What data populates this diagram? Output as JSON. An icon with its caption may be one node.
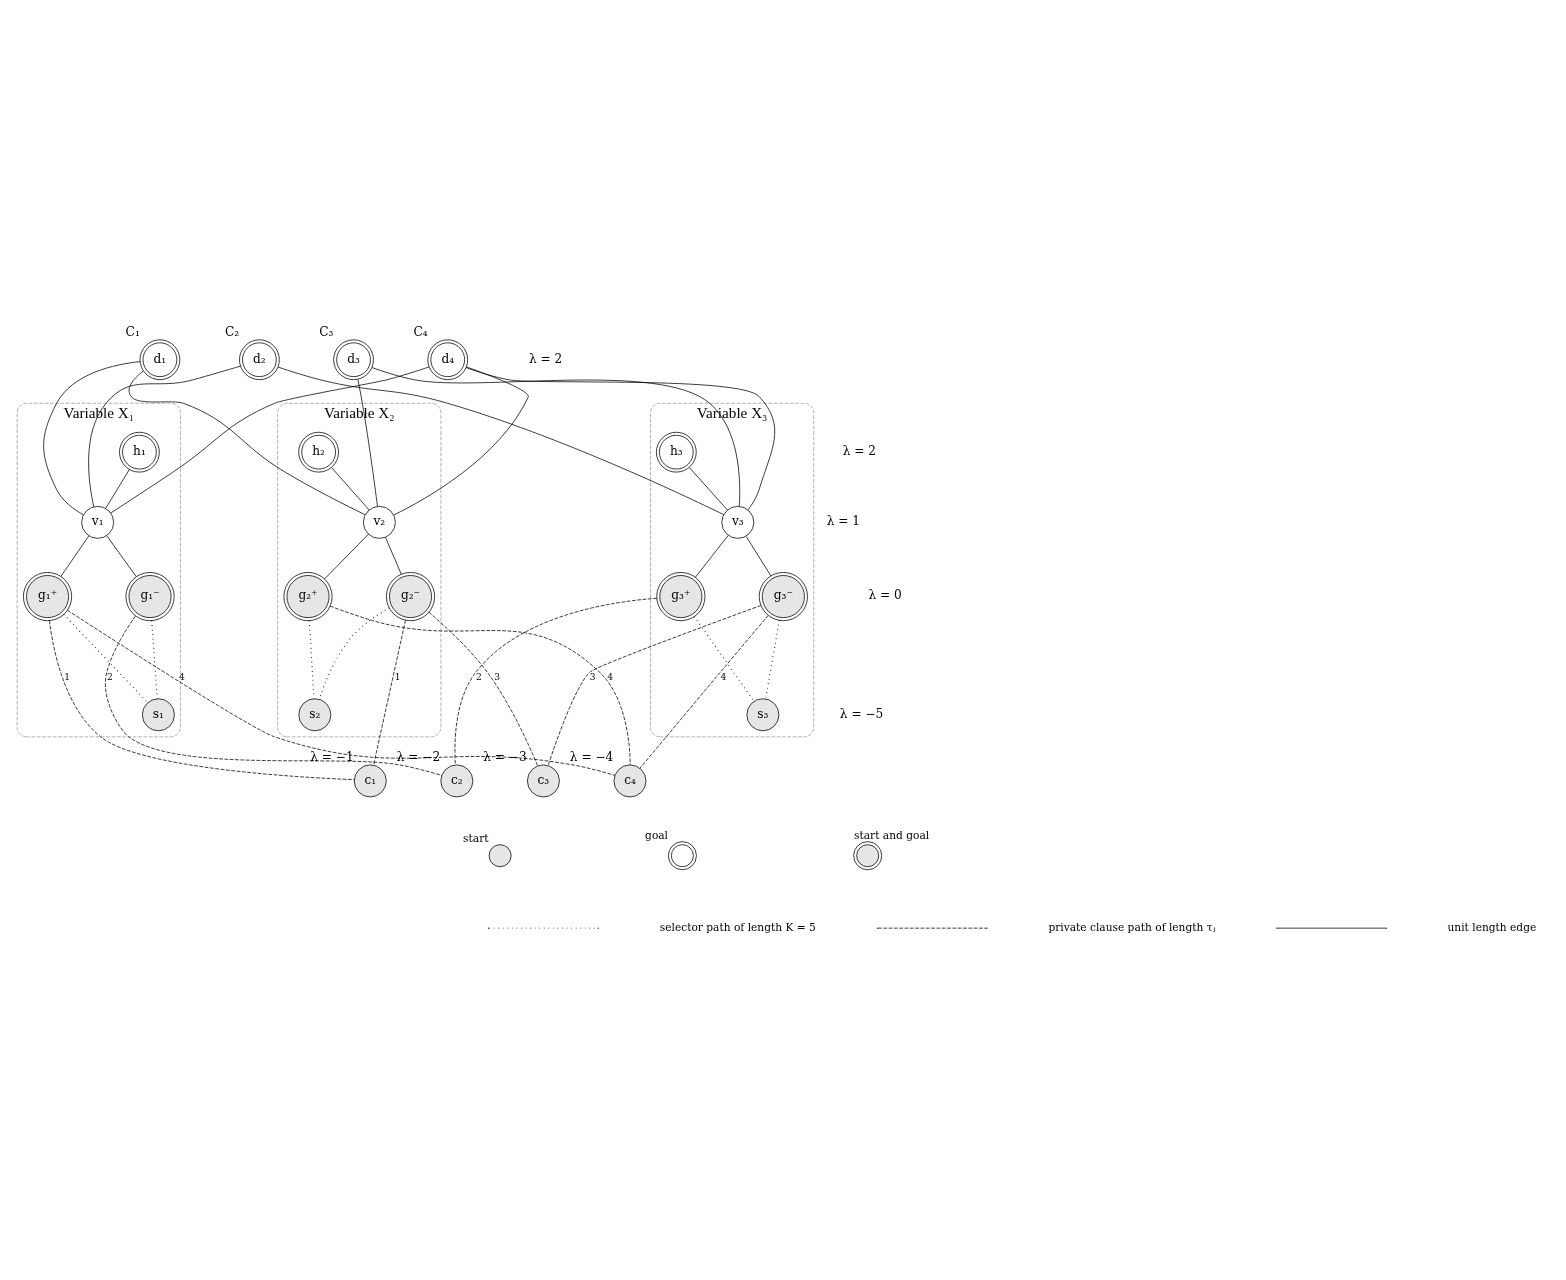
{
  "diagram": {
    "nodes": [
      {
        "text": [
          "d₁"
        ],
        "beside": [
          "C₁"
        ]
      },
      {
        "text": [
          "d₂"
        ],
        "beside": [
          "C₂"
        ]
      },
      {
        "text": [
          "d₃"
        ],
        "beside": [
          "C₃"
        ]
      },
      {
        "text": [
          "d₄"
        ],
        "beside": [
          "C₄"
        ]
      },
      {
        "text": [
          "Variable X₁"
        ]
      },
      {
        "text": [
          "h₁"
        ],
        "in": 4
      },
      {
        "text": [
          "v₁"
        ],
        "in": 4
      },
      {
        "text": [
          "g₁⁺"
        ],
        "in": 4
      },
      {
        "text": [
          "g₁⁻"
        ],
        "in": 4
      },
      {
        "text": [
          "s₁"
        ],
        "in": 4
      },
      {
        "text": [
          "Variable X₂"
        ]
      },
      {
        "text": [
          "h₂"
        ],
        "in": 10
      },
      {
        "text": [
          "v₂"
        ],
        "in": 10
      },
      {
        "text": [
          "g₂⁺"
        ],
        "in": 10
      },
      {
        "text": [
          "g₂⁻"
        ],
        "in": 10
      },
      {
        "text": [
          "s₂"
        ],
        "in": 10
      },
      {
        "text": [
          "Variable X₃"
        ]
      },
      {
        "text": [
          "h₃"
        ],
        "in": 16
      },
      {
        "text": [
          "v₃"
        ],
        "in": 16
      },
      {
        "text": [
          "g₃⁺"
        ],
        "in": 16
      },
      {
        "text": [
          "g₃⁻"
        ],
        "in": 16
      },
      {
        "text": [
          "s₃"
        ],
        "in": 16
      },
      {
        "text": [
          "c₁"
        ],
        "beside": [
          "λ = −1"
        ]
      },
      {
        "text": [
          "c₂"
        ],
        "beside": [
          "λ = −2"
        ]
      },
      {
        "text": [
          "c₃"
        ],
        "beside": [
          "λ = −3"
        ]
      },
      {
        "text": [
          "c₄"
        ],
        "beside": [
          "λ = −4"
        ]
      }
    ],
    "edges": [
      {
        "from": 0,
        "to": 6,
        "arrow": "none"
      },
      {
        "from": 0,
        "to": 12,
        "arrow": "none"
      },
      {
        "from": 1,
        "to": 6,
        "arrow": "none"
      },
      {
        "from": 1,
        "to": 18,
        "arrow": "none"
      },
      {
        "from": 2,
        "to": 12,
        "arrow": "none"
      },
      {
        "from": 2,
        "to": 18,
        "arrow": "none"
      },
      {
        "from": 3,
        "to": 6,
        "arrow": "none"
      },
      {
        "from": 3,
        "to": 12,
        "arrow": "none"
      },
      {
        "from": 3,
        "to": 18,
        "arrow": "none"
      },
      {
        "from": 5,
        "to": 6,
        "arrow": "none"
      },
      {
        "from": 6,
        "to": 7,
        "arrow": "none"
      },
      {
        "from": 6,
        "to": 8,
        "arrow": "none"
      },
      {
        "from": 11,
        "to": 12,
        "arrow": "none"
      },
      {
        "from": 12,
        "to": 13,
        "arrow": "none"
      },
      {
        "from": 12,
        "to": 14,
        "arrow": "none"
      },
      {
        "from": 17,
        "to": 18,
        "arrow": "none"
      },
      {
        "from": 18,
        "to": 19,
        "arrow": "none"
      },
      {
        "from": 18,
        "to": 20,
        "arrow": "none"
      },
      {
        "from": 7,
        "to": 9,
        "arrow": "none",
        "style": "dashed"
      },
      {
        "from": 8,
        "to": 9,
        "arrow": "none",
        "style": "dashed"
      },
      {
        "from": 13,
        "to": 15,
        "arrow": "none",
        "style": "dashed"
      },
      {
        "from": 14,
        "to": 15,
        "arrow": "none",
        "style": "dashed"
      },
      {
        "from": 19,
        "to": 21,
        "arrow": "none",
        "style": "dashed"
      },
      {
        "from": 20,
        "to": 21,
        "arrow": "none",
        "style": "dashed"
      },
      {
        "from": 7,
        "to": 22,
        "arrow": "none",
        "style": "dashed",
        "label": "1"
      },
      {
        "from": 14,
        "to": 22,
        "arrow": "none",
        "style": "dashed",
        "label": "1"
      },
      {
        "from": 8,
        "to": 23,
        "arrow": "none",
        "style": "dashed",
        "label": "2"
      },
      {
        "from": 19,
        "to": 23,
        "arrow": "none",
        "style": "dashed",
        "label": "2"
      },
      {
        "from": 14,
        "to": 24,
        "arrow": "none",
        "style": "dashed",
        "label": "3"
      },
      {
        "from": 20,
        "to": 24,
        "arrow": "none",
        "style": "dashed",
        "label": "3"
      },
      {
        "from": 7,
        "to": 25,
        "arrow": "none",
        "style": "dashed",
        "label": "4"
      },
      {
        "from": 13,
        "to": 25,
        "arrow": "none",
        "style": "dashed",
        "label": "4"
      },
      {
        "from": 20,
        "to": 25,
        "arrow": "none",
        "style": "dashed",
        "label": "4"
      }
    ],
    "labels": [
      "λ = 2",
      "λ = 2",
      "λ = 1",
      "λ = 0",
      "λ = −5"
    ],
    "legend": [
      {
        "text": "start"
      },
      {
        "text": "goal"
      },
      {
        "text": "start and goal"
      },
      {
        "text": "selector path of length K = 5"
      },
      {
        "text": "private clause path of length τⱼ"
      },
      {
        "text": "unit length edge"
      }
    ]
  }
}
